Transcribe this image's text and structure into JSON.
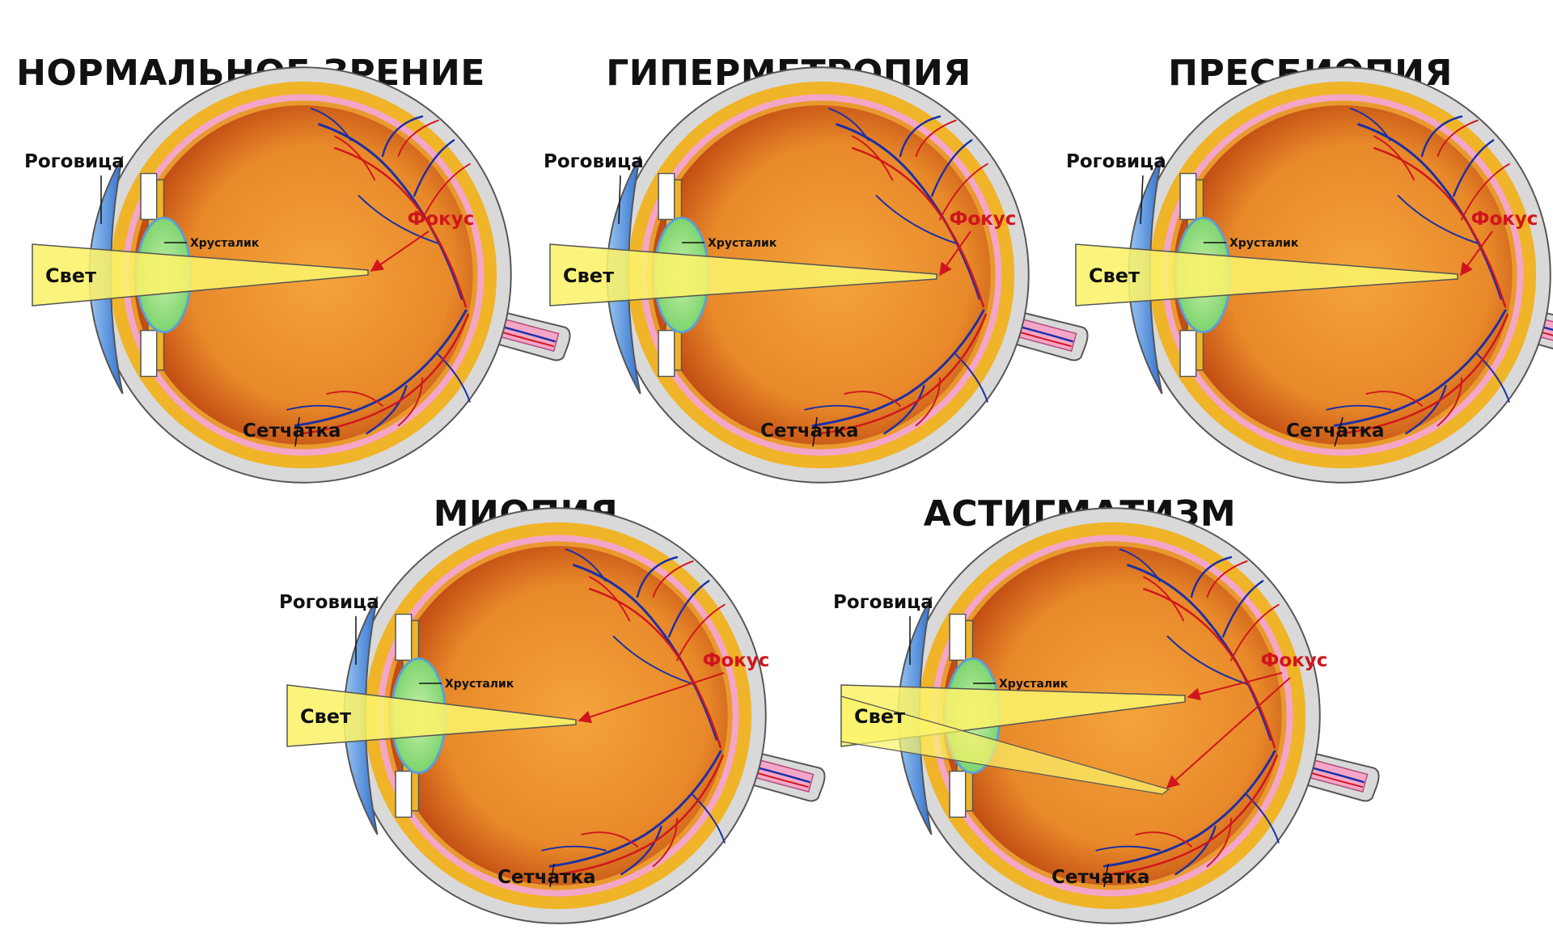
{
  "colors": {
    "sclera": "#d9d9d9",
    "choroid": "#f0b429",
    "retina_band": "#f4a6c8",
    "vitreous_edge": "#c04a12",
    "vitreous_mid": "#e8892a",
    "vitreous_center": "#f3a33a",
    "cornea": "#3d7fd6",
    "lens": "#9fe08a",
    "vessel_red": "#d0161c",
    "vessel_blue": "#1b2fa6",
    "beam": "#fbf36a",
    "focus_label": "#d0161c"
  },
  "panels": [
    {
      "key": "normal",
      "title": "НОРМАЛЬНОЕ ЗРЕНИЕ",
      "cornea_label": "Роговица",
      "lens_label": "Хрусталик",
      "light_label": "Свет",
      "focus_label": "Фокус",
      "retina_label": "Сетчатка"
    },
    {
      "key": "hyperopia",
      "title": "ГИПЕРМЕТРОПИЯ",
      "cornea_label": "Роговица",
      "lens_label": "Хрусталик",
      "light_label": "Свет",
      "focus_label": "Фокус",
      "retina_label": "Сетчатка"
    },
    {
      "key": "presbyopia",
      "title": "ПРЕСБИОПИЯ",
      "cornea_label": "Роговица",
      "lens_label": "Хрусталик",
      "light_label": "Свет",
      "focus_label": "Фокус",
      "retina_label": "Сетчатка"
    },
    {
      "key": "myopia",
      "title": "МИОПИЯ",
      "cornea_label": "Роговица",
      "lens_label": "Хрусталик",
      "light_label": "Свет",
      "focus_label": "Фокус",
      "retina_label": "Сетчатка"
    },
    {
      "key": "astigmatism",
      "title": "АСТИГМАТИЗМ",
      "cornea_label": "Роговица",
      "lens_label": "Хрусталик",
      "light_label": "Свет",
      "focus_label": "Фокус",
      "retina_label": "Сетчатка"
    }
  ]
}
